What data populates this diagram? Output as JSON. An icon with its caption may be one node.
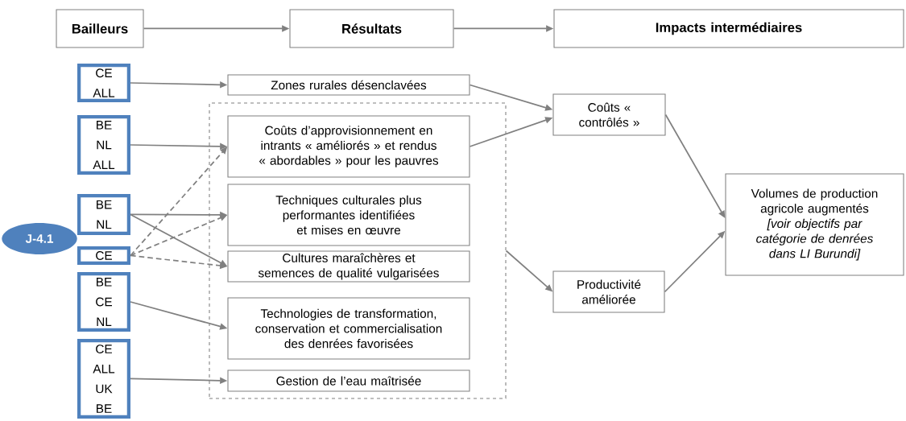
{
  "diagram": {
    "nodes": [
      {
        "text": [
          "Bailleurs"
        ]
      },
      {
        "text": [
          "Résultats"
        ]
      },
      {
        "text": [
          "Impacts intermédiaires"
        ]
      },
      {
        "text": [
          "CE",
          "ALL"
        ]
      },
      {
        "text": [
          "BE",
          "NL",
          "ALL"
        ]
      },
      {
        "text": [
          "BE",
          "NL"
        ]
      },
      {
        "text": [
          "CE"
        ]
      },
      {
        "text": [
          "BE",
          "CE",
          "NL"
        ]
      },
      {
        "text": [
          "CE",
          "ALL",
          "UK",
          "BE"
        ]
      },
      {
        "text": [
          "J-4.1"
        ]
      },
      {
        "text": [
          "Zones rurales désenclavées"
        ]
      },
      {
        "text": [],
        "shape": "box"
      },
      {
        "text": [
          "Coûts d’approvisionnement en intrants « améliorés » et rendus « abordables » pour les pauvres"
        ],
        "in": 11
      },
      {
        "text": [
          "Techniques culturales plus performantes identifiées et mises en œuvre"
        ],
        "in": 11
      },
      {
        "text": [
          "Cultures maraîchères et semences de qualité vulgarisées"
        ],
        "in": 11
      },
      {
        "text": [
          "Technologies de transformation, conservation et commercialisation des denrées favorisées"
        ],
        "in": 11
      },
      {
        "text": [
          "Gestion de l’eau maîtrisée"
        ],
        "in": 11
      },
      {
        "text": [
          "Coûts « contrôlés »"
        ]
      },
      {
        "text": [
          "Productivité améliorée"
        ]
      },
      {
        "text": [
          "Volumes de production agricole augmentés",
          "[voir objectifs par catégorie de denrées dans LI Burundi]"
        ]
      }
    ],
    "edges": [
      {
        "from": 0,
        "to": 1,
        "arrow": "to"
      },
      {
        "from": 1,
        "to": 2,
        "arrow": "to"
      },
      {
        "from": 3,
        "to": 10,
        "arrow": "to"
      },
      {
        "from": 4,
        "to": 12,
        "arrow": "to"
      },
      {
        "from": 5,
        "to": 13,
        "arrow": "to"
      },
      {
        "from": 5,
        "to": 14,
        "arrow": "to"
      },
      {
        "from": 6,
        "to": 12,
        "arrow": "to",
        "style": "dashed"
      },
      {
        "from": 6,
        "to": 13,
        "arrow": "to",
        "style": "dashed"
      },
      {
        "from": 6,
        "to": 14,
        "arrow": "to",
        "style": "dashed"
      },
      {
        "from": 7,
        "to": 15,
        "arrow": "to"
      },
      {
        "from": 8,
        "to": 16,
        "arrow": "to"
      },
      {
        "from": 10,
        "to": 17,
        "arrow": "to"
      },
      {
        "from": 12,
        "to": 17,
        "arrow": "to"
      },
      {
        "from": 11,
        "to": 18,
        "arrow": "to"
      },
      {
        "from": 17,
        "to": 19,
        "arrow": "to"
      },
      {
        "from": 18,
        "to": 19,
        "arrow": "to"
      }
    ]
  }
}
